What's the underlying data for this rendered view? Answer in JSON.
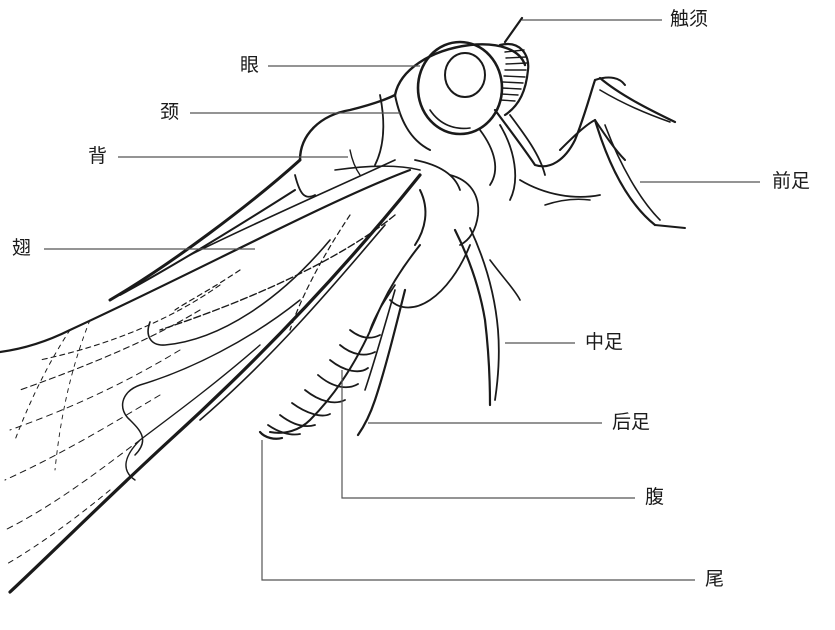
{
  "labels": {
    "antenna": "触须",
    "eye": "眼",
    "neck": "颈",
    "back": "背",
    "wing": "翅",
    "foreleg": "前足",
    "midleg": "中足",
    "hindleg": "后足",
    "abdomen": "腹",
    "tail": "尾"
  },
  "colors": {
    "ink": "#1a1a1a",
    "leader": "#555555",
    "background": "#ffffff"
  }
}
